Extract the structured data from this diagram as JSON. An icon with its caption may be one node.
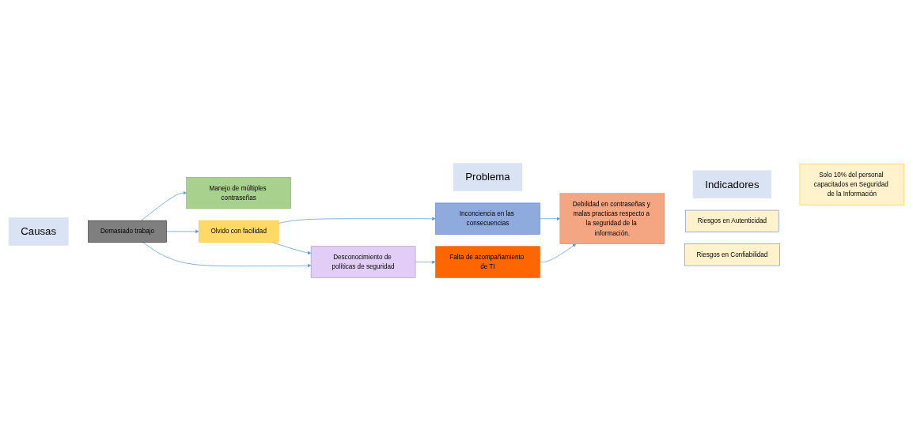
{
  "diagram": {
    "nodes": [
      {
        "text": [
          "Causas"
        ]
      },
      {
        "text": [
          "Problema"
        ]
      },
      {
        "text": [
          "Indicadores"
        ]
      },
      {
        "text": [
          "Inconciencia en las consecuencias"
        ]
      },
      {
        "text": [
          "Manejo de múltiples contraseñas"
        ]
      },
      {
        "text": [
          "Demasiado trabajo"
        ]
      },
      {
        "text": [
          "Olvido con facilidad"
        ]
      },
      {
        "text": [
          "Desconocimiento de políticas de seguridad"
        ]
      },
      {
        "text": [
          "Falta de acompañamiento de TI"
        ]
      },
      {
        "text": [
          "Debilidad en contraseñas y malas practicas respecto a la seguridad de la información."
        ]
      },
      {
        "text": [
          "Solo 10% del personal capacitados en Seguridad de la Información"
        ]
      },
      {
        "text": [
          "Riesgos en Autenticidad"
        ]
      },
      {
        "text": [
          "Riesgos en Confiabilidad"
        ]
      }
    ],
    "edges": [
      {
        "from": 5,
        "to": 4,
        "arrow": "to"
      },
      {
        "from": 5,
        "to": 6,
        "arrow": "to"
      },
      {
        "from": 6,
        "to": 3,
        "arrow": "to"
      },
      {
        "from": 5,
        "to": 7,
        "arrow": "to"
      },
      {
        "from": 6,
        "to": 7,
        "arrow": "to"
      },
      {
        "from": 7,
        "to": 8,
        "arrow": "to"
      },
      {
        "from": 3,
        "to": 9,
        "arrow": "to"
      },
      {
        "from": 8,
        "to": 9,
        "arrow": "to"
      }
    ]
  }
}
